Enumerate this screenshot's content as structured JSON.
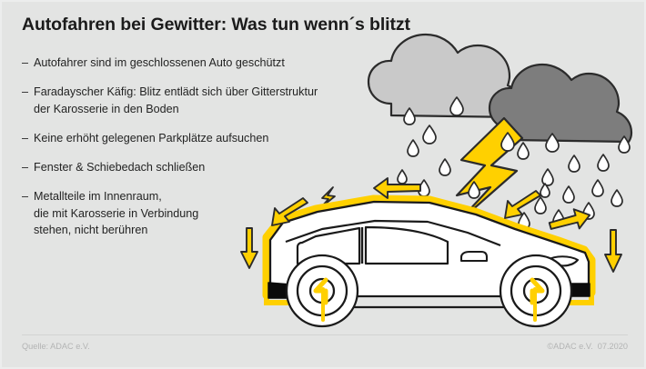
{
  "meta": {
    "title": "Autofahren bei Gewitter: Was tun wenn´s blitzt",
    "background_color": "#e3e4e3",
    "accent_color": "#FFD000",
    "text_color": "#232323"
  },
  "bullets": [
    {
      "dash": "–",
      "text": "Autofahrer sind im geschlossenen Auto geschützt"
    },
    {
      "dash": "–",
      "text": "Faradayscher Käfig: Blitz entlädt sich über Gitterstruktur\nder Karosserie in den Boden"
    },
    {
      "dash": "–",
      "text": "Keine erhöht gelegenen Parkplätze aufsuchen"
    },
    {
      "dash": "–",
      "text": "Fenster & Schiebedach schließen"
    },
    {
      "dash": "–",
      "text": "Metallteile im Innenraum,\ndie mit Karosserie in Verbindung\nstehen, nicht berühren"
    }
  ],
  "illustration": {
    "cloud_light": {
      "name": "storm-cloud-light",
      "fill": "#c9c9c9",
      "stroke": "#2b2b2b"
    },
    "cloud_dark": {
      "name": "storm-cloud-dark",
      "fill": "#7d7d7d",
      "stroke": "#2b2b2b"
    },
    "lightning": {
      "name": "lightning-bolt",
      "fill": "#FFD000",
      "stroke": "#2b2b2b"
    },
    "raindrops": {
      "name": "raindrop",
      "fill": "#ffffff",
      "stroke": "#2b2b2b",
      "count": 24
    },
    "car": {
      "name": "car-side-view",
      "body_fill": "#ffffff",
      "outline_stroke": "#1a1a1a",
      "faraday_cage_stroke": "#FFD000",
      "bumper_fill": "#0b0b0b"
    },
    "arrows": {
      "name": "current-flow-arrow",
      "fill": "#FFD000",
      "stroke": "#2b2b2b",
      "count": 6
    },
    "ground_paths": {
      "name": "ground-discharge-path",
      "stroke": "#FFD000",
      "count": 2
    }
  },
  "footer": {
    "source": "Quelle: ADAC e.V.",
    "copyright": "©ADAC e.V.  07.2020"
  }
}
